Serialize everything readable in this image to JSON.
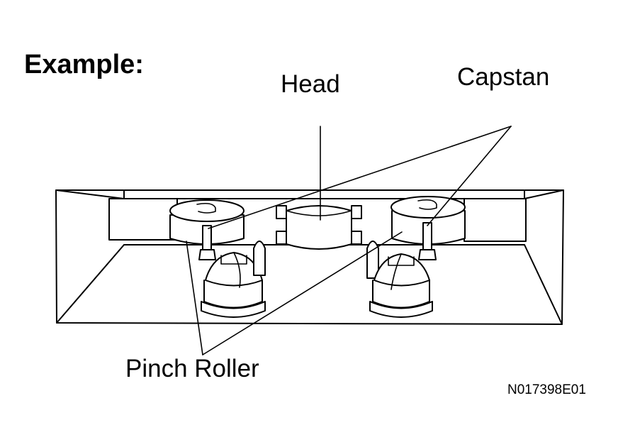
{
  "figure": {
    "heading": "Example:",
    "labels": {
      "head": "Head",
      "capstan": "Capstan",
      "pinch_roller": "Pinch Roller"
    },
    "figure_code": "N017398E01",
    "colors": {
      "ink": "#000000",
      "paper": "#ffffff"
    }
  }
}
